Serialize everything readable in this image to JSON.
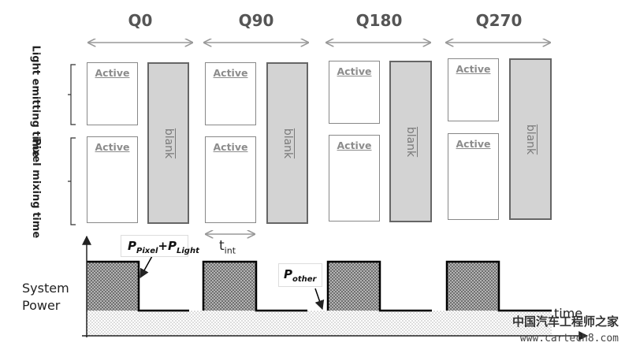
{
  "phases": [
    "Q0",
    "Q90",
    "Q180",
    "Q270"
  ],
  "rows": {
    "light_emitting": "Light emitting time",
    "pixel_mixing": "Pixel mixing time"
  },
  "active_label": "Active",
  "blank_label": "blank",
  "system_power": {
    "line1": "System",
    "line2": "Power"
  },
  "time_axis_label": "time",
  "callouts": {
    "p_pixel_light": {
      "p1": "P",
      "sub1": "Pixel",
      "plus": "+",
      "p2": "P",
      "sub2": "Light"
    },
    "p_other": {
      "p": "P",
      "sub": "other"
    }
  },
  "t_int": {
    "t": "t",
    "sub": "int"
  },
  "watermark": {
    "cn": "中国汽车工程师之家",
    "url": "www.cartech8.com"
  },
  "colors": {
    "blank_fill": "#d3d3d3",
    "panel_border": "#888888",
    "active_text": "#8c8c8c"
  }
}
